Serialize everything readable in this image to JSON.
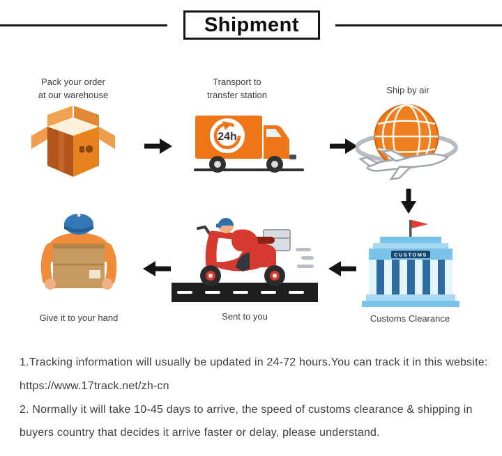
{
  "title": "Shipment",
  "steps": [
    {
      "id": "pack",
      "label": "Pack your order\nat our warehouse"
    },
    {
      "id": "transport",
      "label": "Transport to\ntransfer station",
      "badge": "24h"
    },
    {
      "id": "ship-air",
      "label": "Ship by air"
    },
    {
      "id": "customs",
      "label": "Customs Clearance",
      "sign": "CUSTOMS"
    },
    {
      "id": "sent",
      "label": "Sent to you"
    },
    {
      "id": "hand",
      "label": "Give it to your hand"
    }
  ],
  "notes": [
    "1.Tracking information will usually be updated in 24-72 hours.You can track it in this website:",
    "https://www.17track.net/zh-cn",
    "2. Normally it will take 10-45 days to arrive, the speed of customs clearance & shipping in",
    "buyers country that decides it arrive faster or delay, please understand."
  ],
  "colors": {
    "accent_orange": "#ee7618",
    "box_brown_dark": "#b4541d",
    "box_orange": "#e8821f",
    "scooter_red": "#d6392f",
    "customs_blue": "#79c3ea",
    "customs_dark_blue": "#17476f",
    "flag_red": "#e23b30",
    "arrow_black": "#141414",
    "text_gray": "#3d3d3d"
  }
}
